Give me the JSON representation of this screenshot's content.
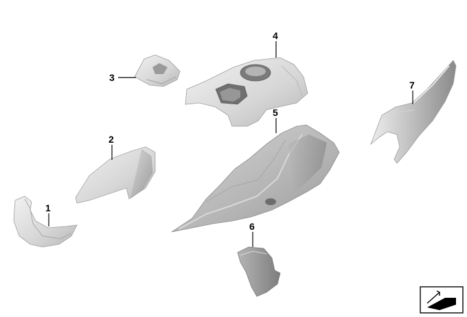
{
  "colors": {
    "part_light": "#e6e6e6",
    "part_mid": "#c4c4c4",
    "part_dark": "#8e8e8e",
    "line": "#000000",
    "background": "#ffffff"
  },
  "callouts": [
    {
      "id": "1",
      "label": "1"
    },
    {
      "id": "2",
      "label": "2"
    },
    {
      "id": "3",
      "label": "3"
    },
    {
      "id": "4",
      "label": "4"
    },
    {
      "id": "5",
      "label": "5"
    },
    {
      "id": "6",
      "label": "6"
    },
    {
      "id": "7",
      "label": "7"
    }
  ],
  "icons": {
    "corner": "exploded-view-symbol-icon"
  }
}
